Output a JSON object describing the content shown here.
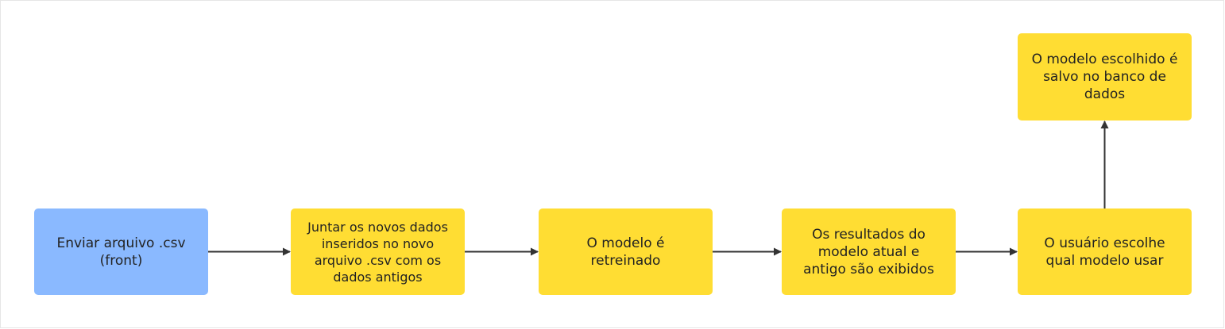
{
  "colors": {
    "start_node": "#8ab9ff",
    "process_node": "#ffdd33",
    "connector": "#333333"
  },
  "nodes": [
    {
      "id": "send-csv",
      "text": "Enviar arquivo .csv (front)"
    },
    {
      "id": "merge-data",
      "text": "Juntar os novos dados inseridos no novo arquivo .csv com os dados antigos"
    },
    {
      "id": "retrain",
      "text": "O modelo é retreinado"
    },
    {
      "id": "show-results",
      "text": "Os resultados do modelo atual e antigo são exibidos"
    },
    {
      "id": "choose-model",
      "text": "O usuário escolhe qual modelo usar"
    },
    {
      "id": "save-model",
      "text": "O modelo escolhido é salvo no banco de dados"
    }
  ],
  "edges": [
    {
      "from": "send-csv",
      "to": "merge-data"
    },
    {
      "from": "merge-data",
      "to": "retrain"
    },
    {
      "from": "retrain",
      "to": "show-results"
    },
    {
      "from": "show-results",
      "to": "choose-model"
    },
    {
      "from": "choose-model",
      "to": "save-model"
    }
  ]
}
